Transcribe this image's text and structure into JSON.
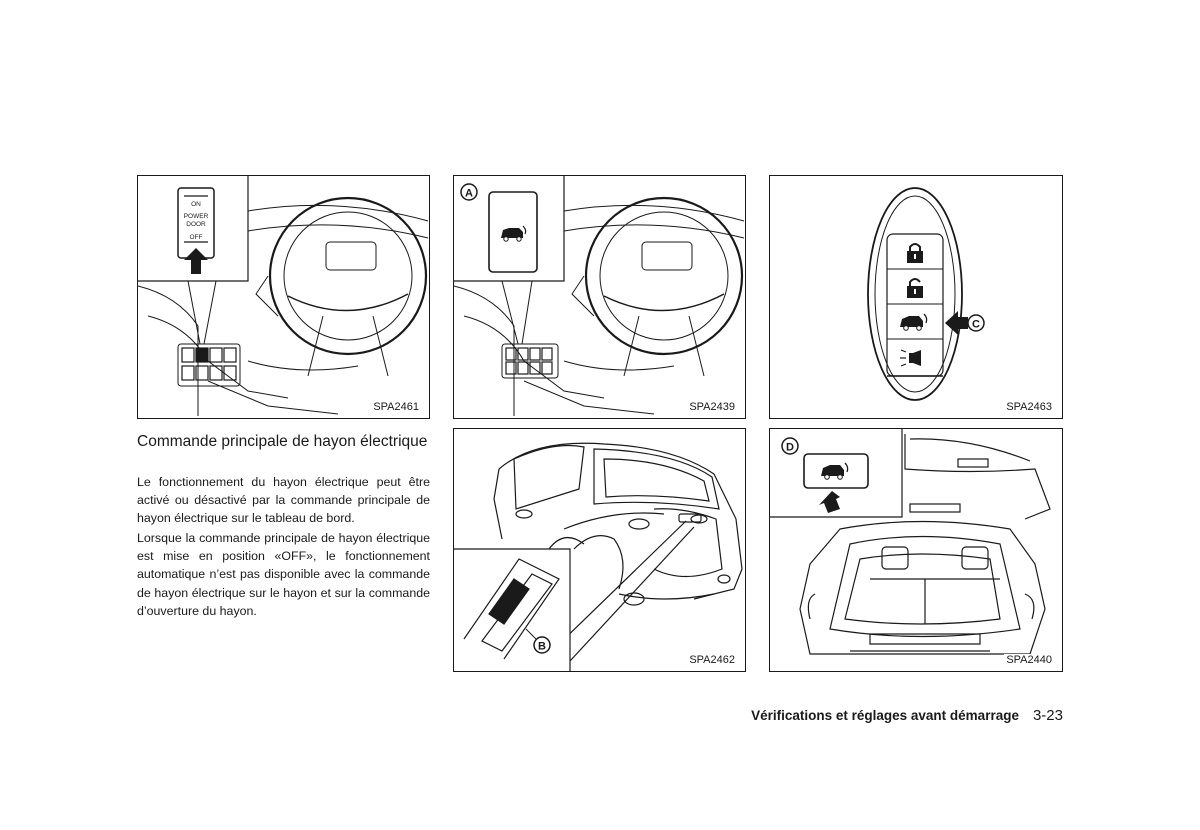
{
  "figures": [
    {
      "code": "SPA2461",
      "switch_labels": {
        "on": "ON",
        "name_line1": "POWER",
        "name_line2": "DOOR",
        "off": "OFF"
      }
    },
    {
      "code": "SPA2439",
      "callout": "A"
    },
    {
      "code": "SPA2463",
      "callout": "C"
    },
    {
      "code": "SPA2462",
      "callout": "B"
    },
    {
      "code": "SPA2440",
      "callout": "D"
    }
  ],
  "text": {
    "heading": "Commande principale de hayon électrique",
    "paragraphs": [
      "Le fonctionnement du hayon électrique peut être activé ou désactivé par la commande principale de hayon électrique sur le tableau de bord.",
      "Lorsque la commande principale de hayon électrique est mise en position «OFF», le fonctionnement automatique n’est pas disponible avec la commande de hayon électrique sur le hayon et sur la commande d’ouverture du hayon."
    ]
  },
  "footer": {
    "section": "Vérifications et réglages avant démarrage",
    "page": "3-23"
  }
}
